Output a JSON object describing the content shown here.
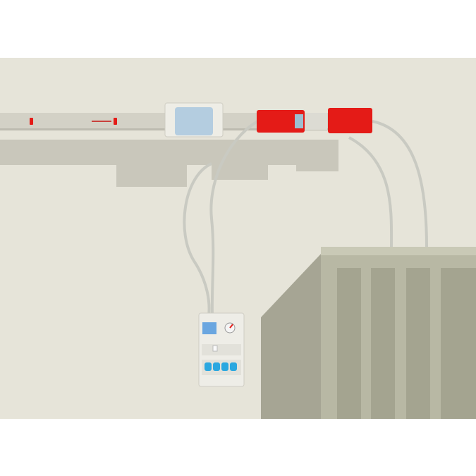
{
  "scene": {
    "colors": {
      "wall": "#e6e4d9",
      "busbar": "#d3d1c6",
      "connector_red": "#e41b17",
      "cable": "#c9cac2",
      "cabinet": "#b8b8a4",
      "socket_blue": "#2aa7e0",
      "display_blue": "#6aa6e0"
    },
    "icons": [
      "busbar",
      "tap-off-box",
      "plug-connector",
      "distribution-board",
      "electrical-cabinet"
    ]
  }
}
